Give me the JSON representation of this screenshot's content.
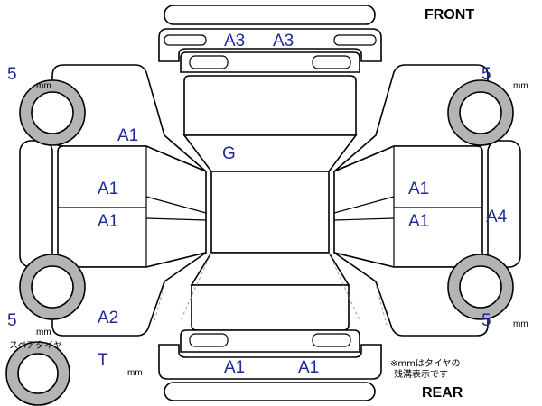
{
  "labels": {
    "front": "FRONT",
    "rear": "REAR",
    "spare_tire": "スペアタイヤ",
    "note_line1": "※mmはタイヤの",
    "note_line2": "残溝表示です",
    "unit": "mm"
  },
  "tread_depths": {
    "front_left": "5",
    "front_right": "5",
    "rear_left": "5",
    "rear_right": "5",
    "spare": "T"
  },
  "damage_codes": {
    "front_bumper_left": "A3",
    "front_bumper_right": "A3",
    "front_left_fender": "A1",
    "hood": "G",
    "left_front_door": "A1",
    "left_rear_door": "A1",
    "left_rear_quarter": "A2",
    "right_front_door": "A1",
    "right_rear_door": "A1",
    "right_rear_quarter": "A4",
    "rear_bumper_left": "A1",
    "rear_bumper_right": "A1"
  },
  "colors": {
    "code_text": "#1e2a9a",
    "tire": "#b4b4b4",
    "outline": "#000000"
  }
}
